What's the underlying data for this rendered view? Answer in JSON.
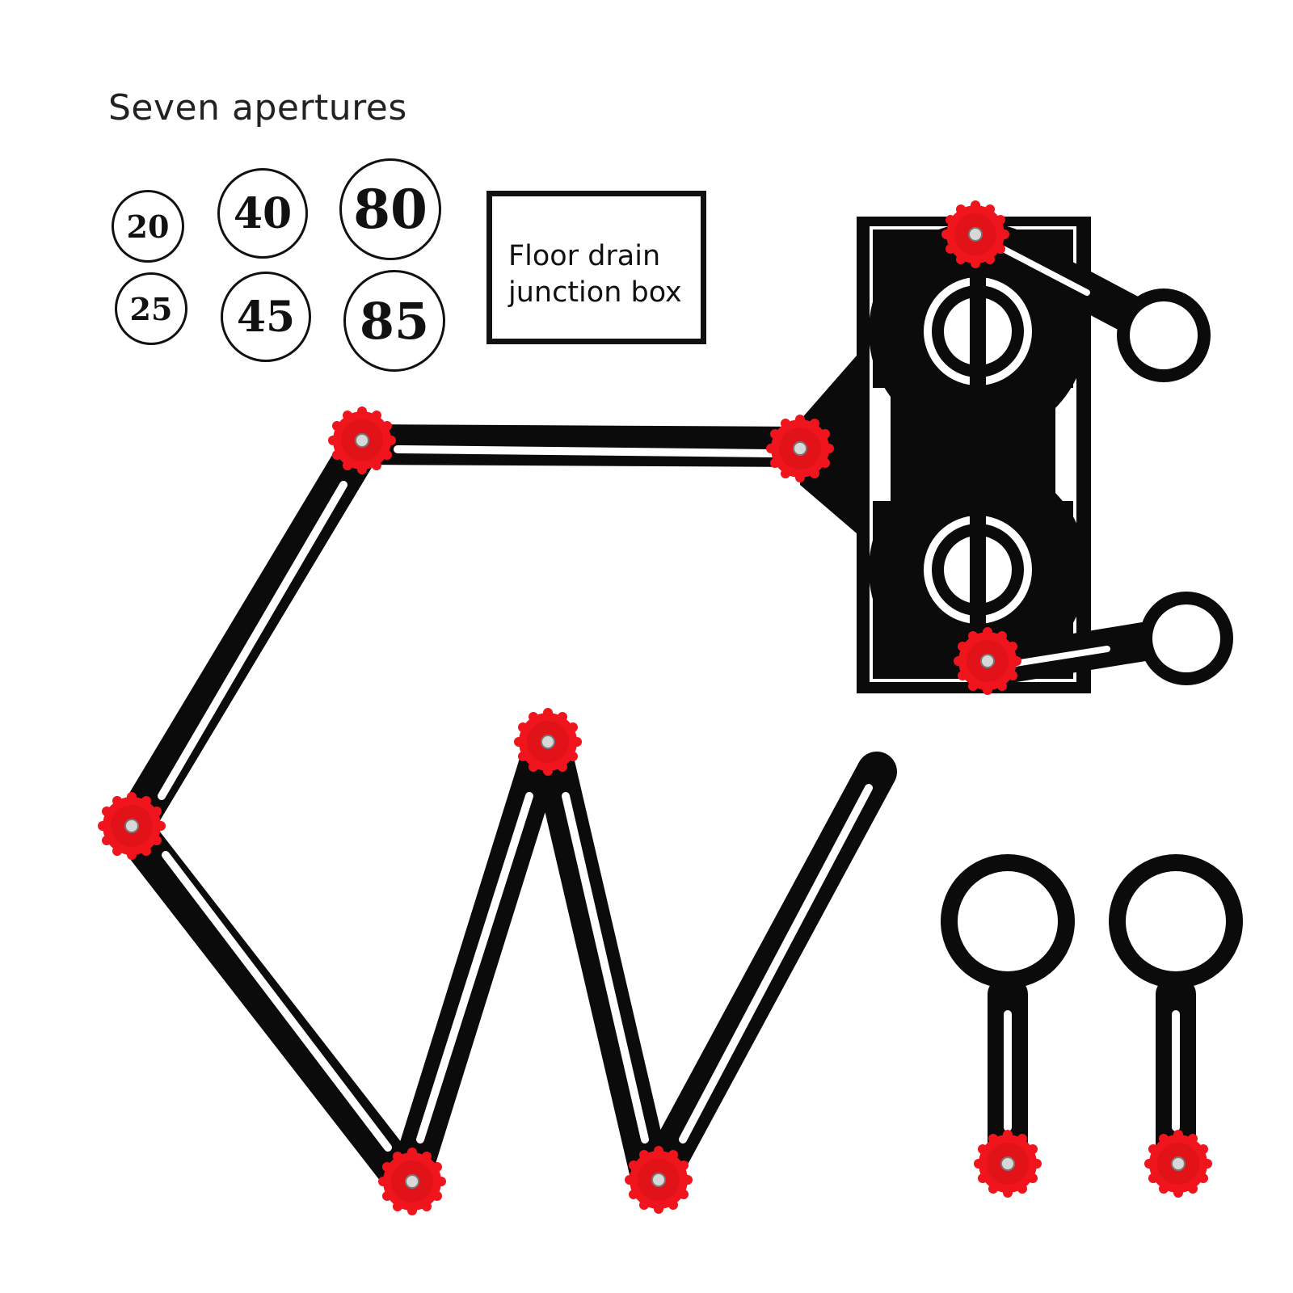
{
  "heading": "Seven apertures",
  "aperture_sizes": [
    {
      "label": "20"
    },
    {
      "label": "40"
    },
    {
      "label": "80"
    },
    {
      "label": "25"
    },
    {
      "label": "45"
    },
    {
      "label": "85"
    }
  ],
  "junction_box": {
    "line1": "Floor drain",
    "line2": "junction box"
  },
  "colors": {
    "tool_body": "#0b0b0b",
    "knob": "#f0141c",
    "background": "#ffffff"
  }
}
